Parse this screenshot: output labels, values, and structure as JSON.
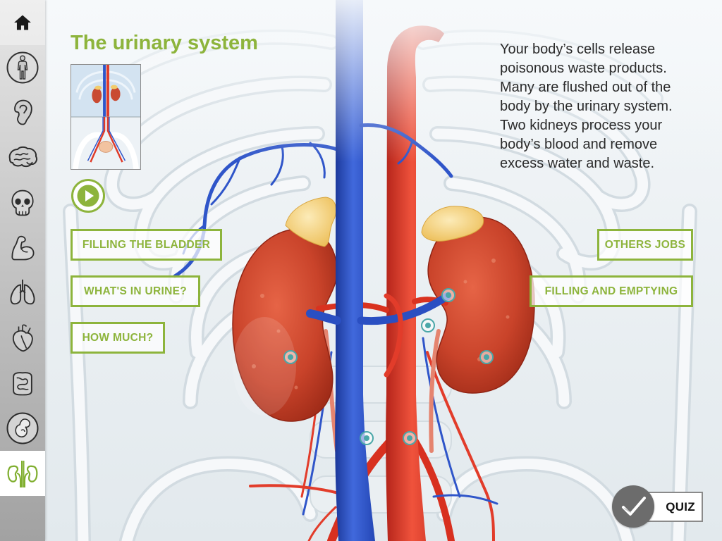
{
  "page": {
    "title": "The urinary system"
  },
  "description": {
    "lines": [
      "Your body’s cells release",
      "poisonous waste products.",
      "Many are flushed out of the",
      "body by the urinary system.",
      "Two kidneys process your",
      "body’s blood and remove",
      "excess water and waste."
    ]
  },
  "topics": {
    "left": [
      {
        "label": "FILLING THE BLADDER"
      },
      {
        "label": "WHAT'S IN URINE?"
      },
      {
        "label": "HOW MUCH?"
      }
    ],
    "right": [
      {
        "label": "OTHERS JOBS"
      },
      {
        "label": "FILLING AND EMPTYING"
      }
    ]
  },
  "media": {
    "play_icon": "play-icon"
  },
  "quiz": {
    "label": "QUIZ",
    "icon": "checkmark-icon"
  },
  "sidebar": {
    "items": [
      {
        "icon": "home-icon"
      },
      {
        "icon": "human-body-icon"
      },
      {
        "icon": "ear-icon"
      },
      {
        "icon": "brain-icon"
      },
      {
        "icon": "skull-icon"
      },
      {
        "icon": "muscle-arm-icon"
      },
      {
        "icon": "lungs-icon"
      },
      {
        "icon": "heart-icon"
      },
      {
        "icon": "intestines-icon"
      },
      {
        "icon": "fetus-icon"
      },
      {
        "icon": "kidneys-icon"
      }
    ],
    "active": "kidneys-icon"
  },
  "colors": {
    "accent": "#8db43c",
    "vein": "#2f55c9",
    "artery": "#e23c2a",
    "kidney": "#c8402a",
    "adrenal": "#f2cc6b",
    "hotspot": "#4aa7a8",
    "quiz_circle": "#6c6c6c"
  }
}
